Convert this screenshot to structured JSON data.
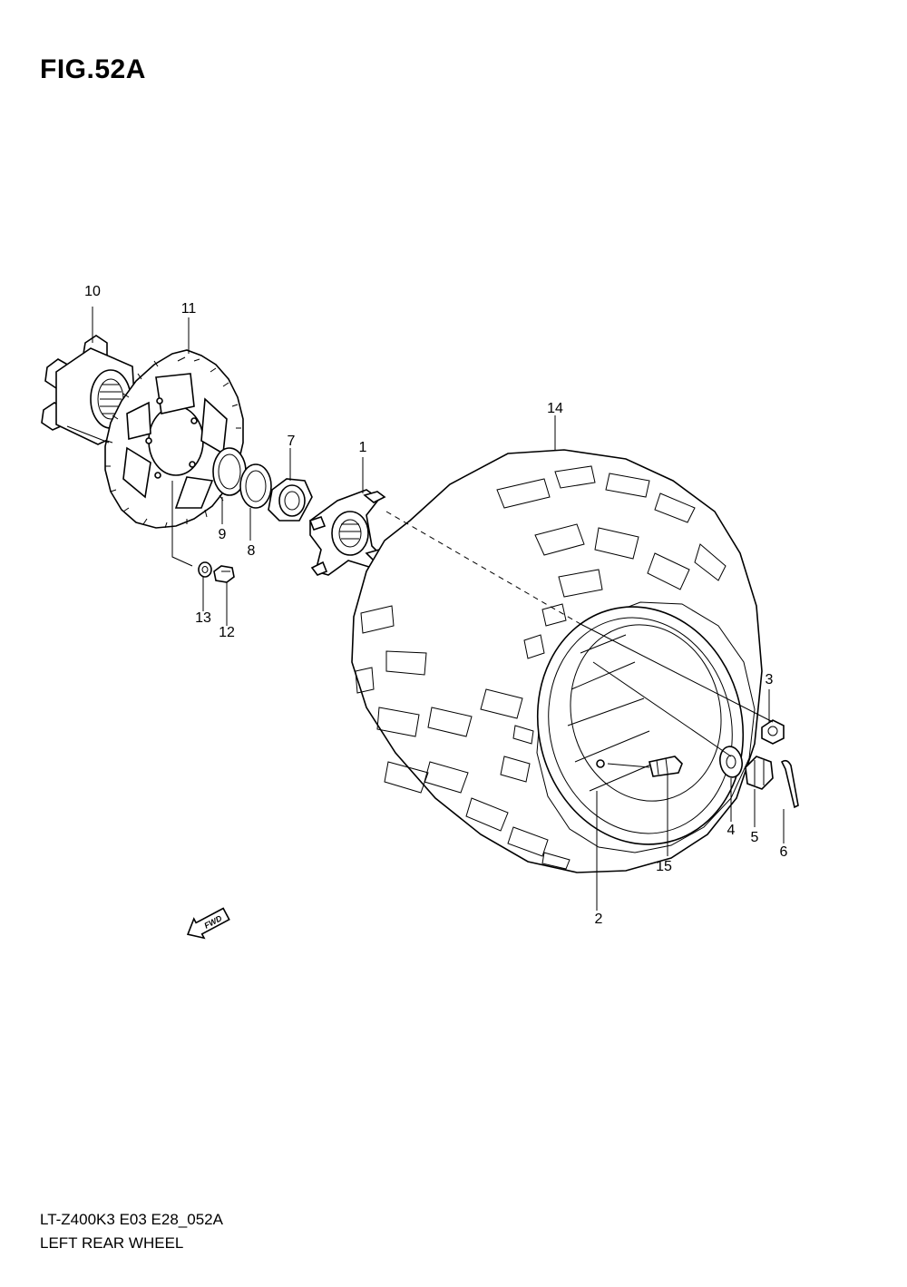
{
  "figure": {
    "title": "FIG.52A"
  },
  "callouts": [
    {
      "id": "1",
      "label": "1"
    },
    {
      "id": "2",
      "label": "2"
    },
    {
      "id": "3",
      "label": "3"
    },
    {
      "id": "4",
      "label": "4"
    },
    {
      "id": "5",
      "label": "5"
    },
    {
      "id": "6",
      "label": "6"
    },
    {
      "id": "7",
      "label": "7"
    },
    {
      "id": "8",
      "label": "8"
    },
    {
      "id": "9",
      "label": "9"
    },
    {
      "id": "10",
      "label": "10"
    },
    {
      "id": "11",
      "label": "11"
    },
    {
      "id": "12",
      "label": "12"
    },
    {
      "id": "13",
      "label": "13"
    },
    {
      "id": "14",
      "label": "14"
    },
    {
      "id": "15",
      "label": "15"
    }
  ],
  "fwd_marker": {
    "label": "FWD"
  },
  "footer": {
    "code": "LT-Z400K3 E03 E28_052A",
    "name": "LEFT REAR WHEEL"
  }
}
